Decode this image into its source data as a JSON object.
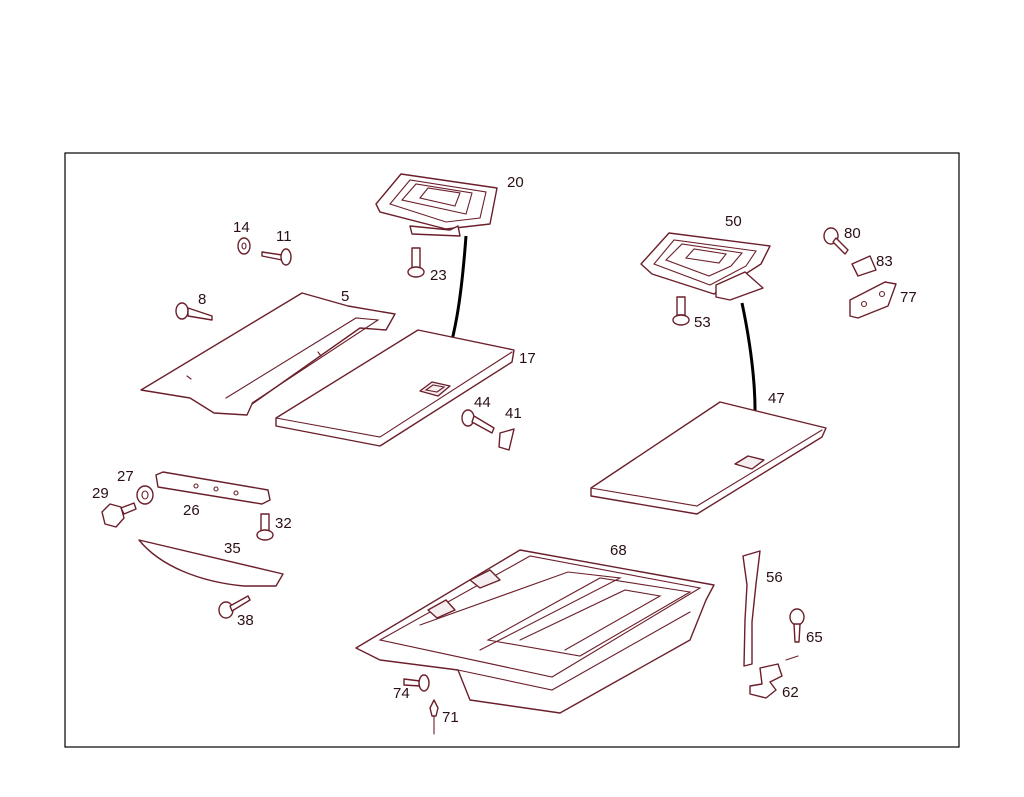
{
  "diagram": {
    "callouts": {
      "c5": "5",
      "c8": "8",
      "c11": "11",
      "c14": "14",
      "c17": "17",
      "c20": "20",
      "c23": "23",
      "c26": "26",
      "c27": "27",
      "c29": "29",
      "c32": "32",
      "c35": "35",
      "c38": "38",
      "c41": "41",
      "c44": "44",
      "c47": "47",
      "c50": "50",
      "c53": "53",
      "c56": "56",
      "c62": "62",
      "c65": "65",
      "c68": "68",
      "c71": "71",
      "c74": "74",
      "c77": "77",
      "c80": "80",
      "c83": "83"
    }
  }
}
